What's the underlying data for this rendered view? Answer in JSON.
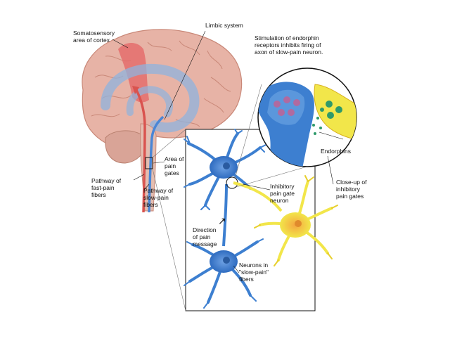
{
  "labels": {
    "somatosensory": "Somatosensory\narea of cortex",
    "limbic": "Limbic system",
    "stimulation": "Stimulation of endorphin\nreceptors inhibits firing of\naxon of slow-pain neuron.",
    "endorphins": "Endorphins",
    "area_pain_gates": "Area of\npain\ngates",
    "closeup": "Close-up of\ninhibitory\npain gates",
    "pathway_fast": "Pathway of\nfast-pain\nfibers",
    "pathway_slow": "Pathway of\nslow-pain\nfibers",
    "inhibitory_neuron": "Inhibitory\npain gate\nneuron",
    "direction": "Direction\nof pain\nmessage",
    "neurons_slow": "Neurons in\n\"slow-pain\"\nfibers"
  },
  "colors": {
    "brain": "#e7b3a6",
    "brain_dark": "#c98878",
    "cerebellum": "#d9a497",
    "somatosensory_red": "#e46d6c",
    "limbic_blue": "#8fb3de",
    "neuron_blue": "#3d7fd0",
    "neuron_blue_dark": "#1f5aa8",
    "inhibitory_yellow": "#f2e64a",
    "yellow_dark": "#d8b21e",
    "vesicle_red": "#b06aa0",
    "vesicle_green": "#2f9a6a"
  }
}
